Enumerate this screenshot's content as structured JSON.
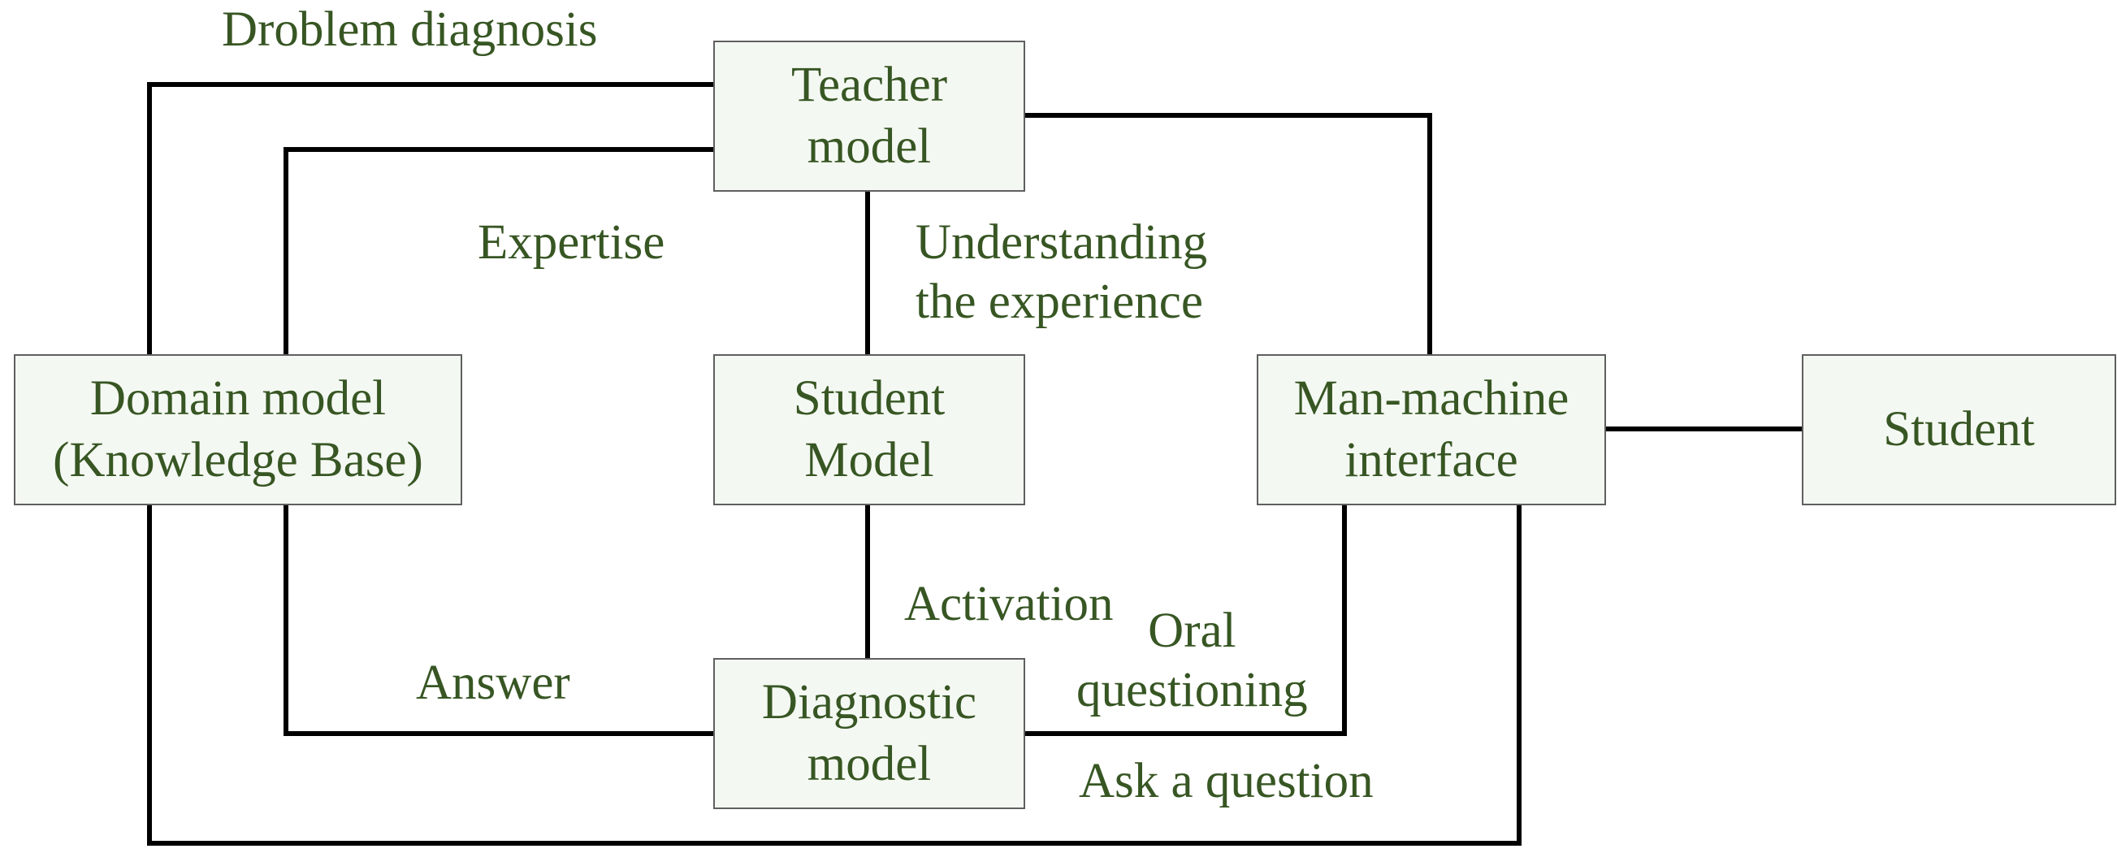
{
  "diagram": {
    "colors": {
      "text": "#375623",
      "box_fill": "#f4f8f2",
      "box_border": "#5f5f5f",
      "connector": "#000000"
    },
    "nodes": {
      "teacher_model": "Teacher\nmodel",
      "domain_model": "Domain model\n(Knowledge Base)",
      "student_model": "Student\nModel",
      "man_machine_interface": "Man-machine\ninterface",
      "student": "Student",
      "diagnostic_model": "Diagnostic\nmodel"
    },
    "edge_labels": {
      "problem_diagnosis": "Droblem diagnosis",
      "expertise": "Expertise",
      "understanding": "Understanding\nthe experience",
      "activation": "Activation",
      "oral_questioning": "Oral\nquestioning",
      "answer": "Answer",
      "ask_question": "Ask a question"
    },
    "connections": [
      [
        "teacher_model",
        "domain_model",
        "problem_diagnosis"
      ],
      [
        "teacher_model",
        "domain_model",
        "expertise"
      ],
      [
        "teacher_model",
        "student_model",
        "understanding"
      ],
      [
        "teacher_model",
        "man_machine_interface",
        ""
      ],
      [
        "man_machine_interface",
        "student",
        ""
      ],
      [
        "student_model",
        "diagnostic_model",
        "activation"
      ],
      [
        "diagnostic_model",
        "man_machine_interface",
        "oral_questioning"
      ],
      [
        "domain_model",
        "diagnostic_model",
        "answer"
      ],
      [
        "domain_model",
        "man_machine_interface",
        "ask_question"
      ]
    ]
  }
}
